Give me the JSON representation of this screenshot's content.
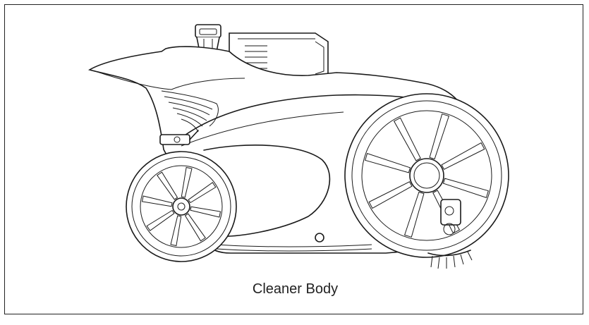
{
  "caption": "Cleaner Body",
  "colors": {
    "line": "#1a1a1a",
    "background": "#ffffff"
  },
  "parts": {
    "front_wheel_spokes": 8,
    "rear_wheel_spokes": 8
  }
}
